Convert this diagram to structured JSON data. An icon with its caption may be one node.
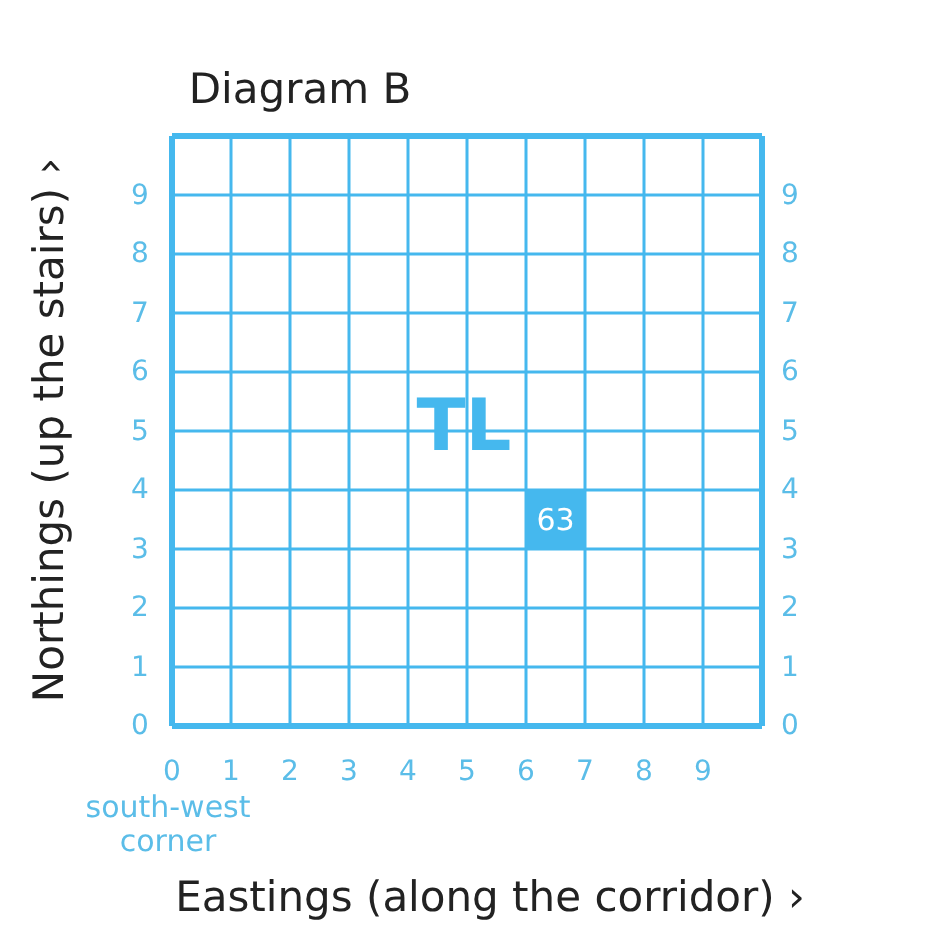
{
  "diagram": {
    "title": "Diagram B",
    "nodes": [
      {
        "text": [
          "63"
        ]
      }
    ],
    "labels": [
      "Northings (up the stairs) ›",
      "9",
      "9",
      "8",
      "8",
      "7",
      "7",
      "6",
      "6",
      "5",
      "5",
      "4",
      "4",
      "3",
      "3",
      "2",
      "2",
      "1",
      "1",
      "0",
      "0",
      "TL",
      "0",
      "1",
      "2",
      "3",
      "4",
      "5",
      "6",
      "7",
      "8",
      "9",
      "south-west corner",
      "Eastings (along the corridor) ›"
    ]
  }
}
